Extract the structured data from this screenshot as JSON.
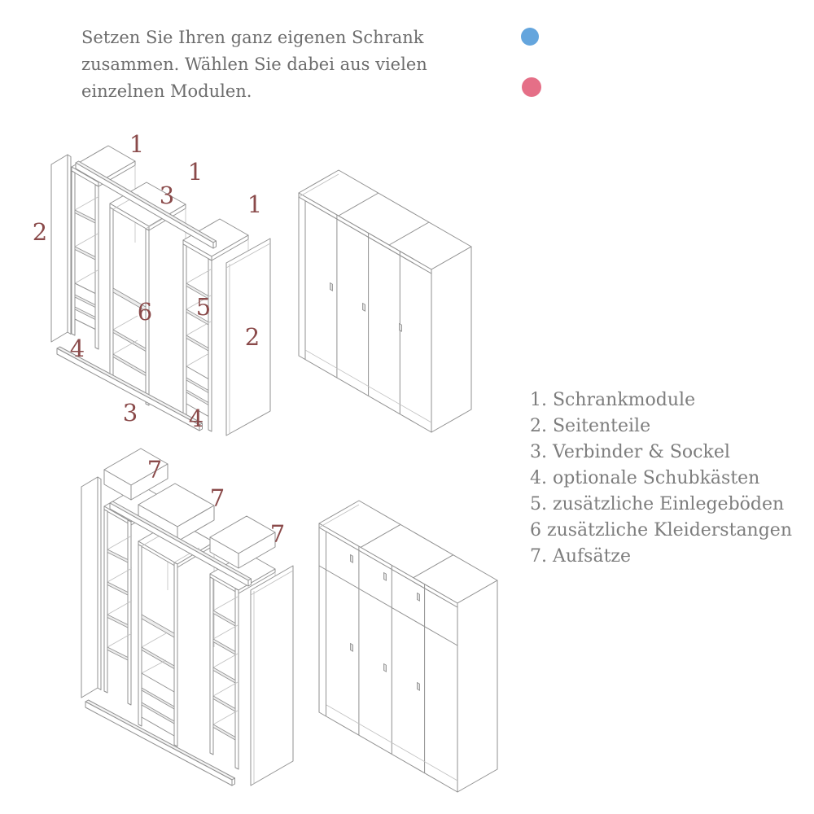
{
  "colors": {
    "dot_blue": "#64a5dd",
    "dot_pink": "#e56f87",
    "part_label": "#8a4a4a"
  },
  "intro": {
    "lines": [
      "Setzen Sie Ihren ganz eigenen Schrank",
      "zusammen. Wählen Sie dabei aus vielen",
      "einzelnen Modulen."
    ]
  },
  "legend": {
    "items": [
      "1. Schrankmodule",
      "2. Seitenteile",
      "3. Verbinder & Sockel",
      "4. optionale Schubkästen",
      "5. zusätzliche Einlegeböden",
      "6 zusätzliche Kleiderstangen",
      "7. Aufsätze"
    ]
  },
  "exploded_top": {
    "labels": [
      "1",
      "1",
      "3",
      "1",
      "2",
      "6",
      "5",
      "2",
      "4",
      "3",
      "4"
    ]
  },
  "exploded_bottom": {
    "labels": [
      "7",
      "7",
      "7"
    ]
  }
}
